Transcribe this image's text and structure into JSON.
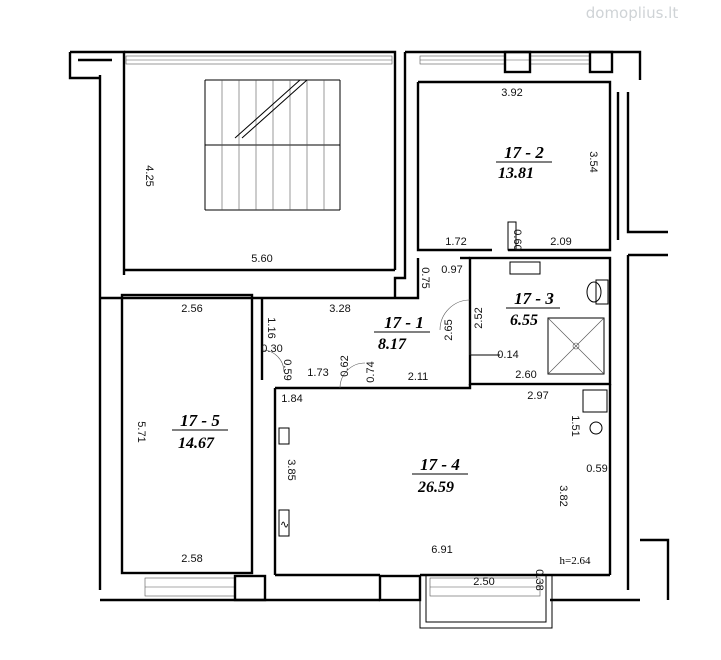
{
  "watermark": "domoplius.lt",
  "rooms": [
    {
      "id": "17 - 1",
      "area": "8.17"
    },
    {
      "id": "17 - 2",
      "area": "13.81"
    },
    {
      "id": "17 - 3",
      "area": "6.55"
    },
    {
      "id": "17 - 4",
      "area": "26.59"
    },
    {
      "id": "17 - 5",
      "area": "14.67"
    }
  ],
  "dimensions": {
    "stair_depth": "4.25",
    "stair_width": "5.60",
    "r2_top": "3.92",
    "r2_right": "3.54",
    "r2_bottom_left": "1.72",
    "r2_notch": "0.60",
    "r2_bottom_right": "2.09",
    "r1_a": "0.97",
    "r1_b": "0.75",
    "r1_top": "3.28",
    "r1_c": "1.16",
    "r1_d": "0.30",
    "r1_e": "0.59",
    "r1_f": "1.73",
    "r1_g": "0.62",
    "r1_h": "0.74",
    "r1_i": "2.11",
    "r1_right": "2.65",
    "r3_left": "2.52",
    "r3_small": "0.14",
    "r3_bottom": "2.60",
    "r5_top": "2.56",
    "r5_side": "5.71",
    "r5_bottom": "2.58",
    "r4_top_left": "1.84",
    "r4_top_right": "2.97",
    "r4_recess": "1.51",
    "r4_left": "3.85",
    "r4_right": "3.82",
    "r4_small": "0.59",
    "r4_bottom": "6.91",
    "r4_window": "2.50",
    "r4_corner": "0.38"
  },
  "ceiling_height": "h=2.64"
}
